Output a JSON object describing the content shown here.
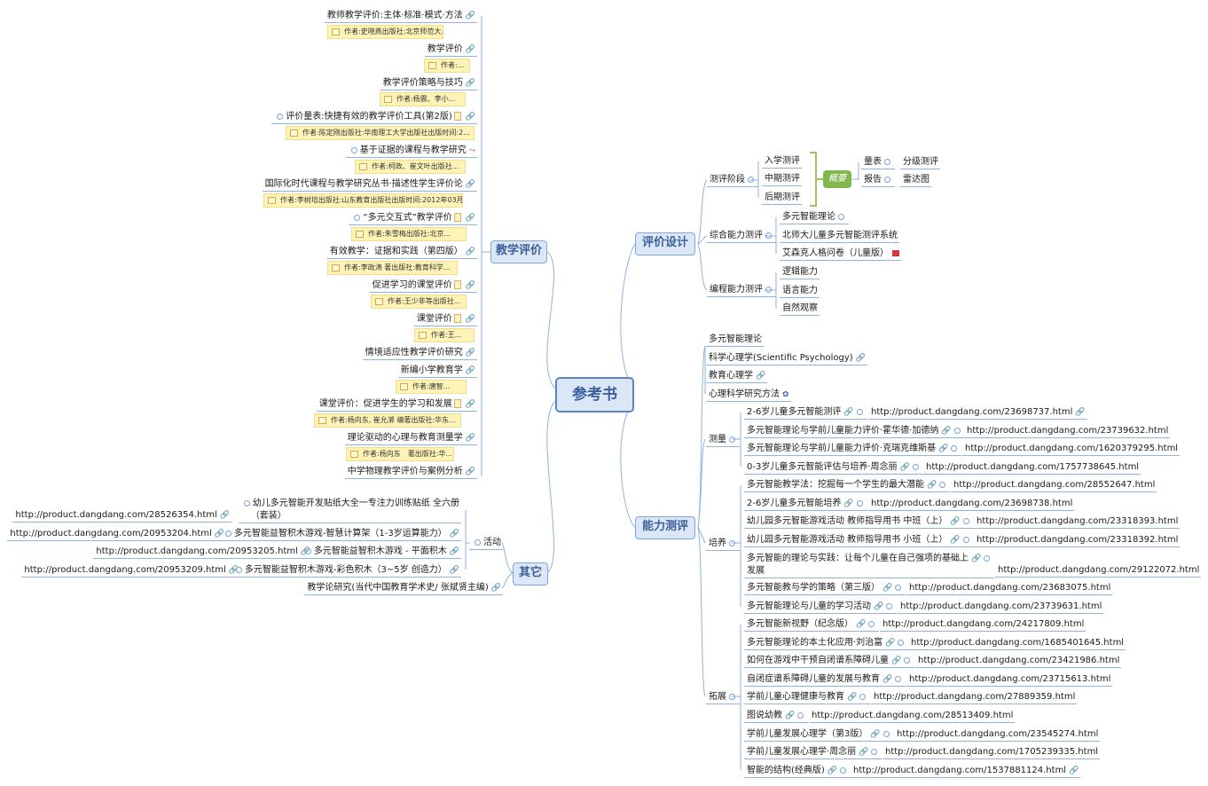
{
  "central": "参考书",
  "branches": {
    "eval": "评价设计",
    "ability": "能力测评",
    "teach": "教学评价",
    "other": "其它"
  },
  "eval_design": {
    "stage": {
      "label": "测评阶段",
      "items": [
        "入学测评",
        "中期测评",
        "后期测评"
      ]
    },
    "summary": "概要",
    "summary_items": [
      {
        "label": "量表",
        "child": "分级测评"
      },
      {
        "label": "报告",
        "child": "雷达图"
      }
    ],
    "comprehensive": {
      "label": "综合能力测评",
      "items": [
        "多元智能理论",
        "北师大儿童多元智能测评系统",
        "艾森克人格问卷（儿童版）"
      ]
    },
    "coding": {
      "label": "编程能力测评",
      "items": [
        "逻辑能力",
        "语言能力",
        "自然观察"
      ]
    }
  },
  "ability_test": {
    "top_items": [
      "多元智能理论",
      "科学心理学(Scientific Psychology)",
      "教育心理学",
      "心理科学研究方法"
    ],
    "measure": {
      "label": "测量",
      "items": [
        {
          "title": "2-6岁儿童多元智能测评",
          "url": "http://product.dangdang.com/23698737.html"
        },
        {
          "title": "多元智能理论与学前儿童能力评价·霍华德·加德纳",
          "url": "http://product.dangdang.com/23739632.html"
        },
        {
          "title": "多元智能理论与学前儿童能力评价·克瑞克维斯基",
          "url": "http://product.dangdang.com/1620379295.html"
        },
        {
          "title": "0-3岁儿童多元智能评估与培养·周念丽",
          "url": "http://product.dangdang.com/1757738645.html"
        }
      ]
    },
    "cultivate": {
      "label": "培养",
      "items": [
        {
          "title": "多元智能教学法：挖掘每一个学生的最大潜能",
          "url": "http://product.dangdang.com/28552647.html"
        },
        {
          "title": "2-6岁儿童多元智能培养",
          "url": "http://product.dangdang.com/23698738.html"
        },
        {
          "title": "幼儿园多元智能游戏活动 教师指导用书 中班（上）",
          "url": "http://product.dangdang.com/23318393.html"
        },
        {
          "title": "幼儿园多元智能游戏活动 教师指导用书 小班（上）",
          "url": "http://product.dangdang.com/23318392.html"
        },
        {
          "title": "多元智能的理论与实践：让每个儿童在自己强项的基础上",
          "title2": "发展",
          "url": "http://product.dangdang.com/29122072.html"
        },
        {
          "title": "多元智能教与学的策略（第三版）",
          "url": "http://product.dangdang.com/23683075.html"
        },
        {
          "title": "多元智能理论与儿童的学习活动",
          "url": "http://product.dangdang.com/23739631.html"
        }
      ]
    },
    "expand": {
      "label": "拓展",
      "items": [
        {
          "title": "多元智能新视野（纪念版）",
          "url": "http://product.dangdang.com/24217809.html"
        },
        {
          "title": "多元智能理论的本土化应用·刘治富",
          "url": "http://product.dangdang.com/1685401645.html"
        },
        {
          "title": "如何在游戏中干预自闭谱系障碍儿童",
          "url": "http://product.dangdang.com/23421986.html"
        },
        {
          "title": "自闭症谱系障碍儿童的发展与教育",
          "url": "http://product.dangdang.com/23715613.html"
        },
        {
          "title": "学前儿童心理健康与教育",
          "url": "http://product.dangdang.com/27889359.html"
        },
        {
          "title": "图说幼教",
          "url": "http://product.dangdang.com/28513409.html"
        },
        {
          "title": "学前儿童发展心理学（第3版）",
          "url": "http://product.dangdang.com/23545274.html"
        },
        {
          "title": "学前儿童发展心理学·周念丽",
          "url": "http://product.dangdang.com/1705239335.html"
        },
        {
          "title": "智能的结构(经典版)",
          "url": "http://product.dangdang.com/1537881124.html"
        }
      ]
    }
  },
  "teaching_eval": [
    {
      "title": "教师教学评价:主体·标准·模式·方法",
      "note": "作者:史晓燕出版社:北京师范大..."
    },
    {
      "title": "教学评价",
      "note": "作者:..."
    },
    {
      "title": "教学评价策略与技巧",
      "note": "作者:杨震、李小..."
    },
    {
      "title": "评价量表:快捷有效的教学评价工具(第2版)",
      "note": "作者:陈定刚出版社:华南理工大学出版社出版时间:2..."
    },
    {
      "title": "基于证据的课程与教学研究",
      "note": "作者:柯政、崔文叶出版社..."
    },
    {
      "title": "国际化时代课程与教学研究丛书·描述性学生评价论",
      "note": "作者:李树培出版社:山东教育出版社出版时间:2012年03月"
    },
    {
      "title": "“多元交互式”教学评价",
      "note": "作者:朱雪梅出版社:北京..."
    },
    {
      "title": "有效教学：证据和实践（第四版）",
      "note": "作者:李政涛 著出版社:教育科学..."
    },
    {
      "title": "促进学习的课堂评价",
      "note": "作者:王少非等出版社..."
    },
    {
      "title": "课堂评价",
      "note": "作者:王..."
    },
    {
      "title": "情境适应性教学评价研究",
      "note": ""
    },
    {
      "title": "新编小学教育学",
      "note": "作者:唐智..."
    },
    {
      "title": "课堂评价：促进学生的学习和发展",
      "note": "作者:杨向东, 崔允漷 编著出版社:华东..."
    },
    {
      "title": "理论驱动的心理与教育测量学",
      "note": "作者:杨向东　著出版社:华..."
    },
    {
      "title": "中学物理教学评价与案例分析",
      "note": ""
    }
  ],
  "other": {
    "activity": "活动",
    "items": [
      {
        "title": "幼儿多元智能开发贴纸大全一专注力训练贴纸 全六册",
        "title2": "（套装）",
        "url": "http://product.dangdang.com/28526354.html"
      },
      {
        "title": "多元智能益智积木游戏-智慧计算架（1-3岁运算能力）",
        "url": "http://product.dangdang.com/20953204.html"
      },
      {
        "title": "多元智能益智积木游戏 - 平面积木",
        "url": "http://product.dangdang.com/20953205.html"
      },
      {
        "title": "多元智能益智积木游戏-彩色积木（3~5岁 创造力）",
        "url": "http://product.dangdang.com/20953209.html"
      }
    ],
    "history": "教学论研究(当代中国教育学术史/ 张斌贤主编)"
  },
  "colors": {
    "line": "#8fb3dc",
    "node_fill": "#dbe7f6",
    "summary": "#82b64e",
    "note_fill": "#fff3b8"
  }
}
